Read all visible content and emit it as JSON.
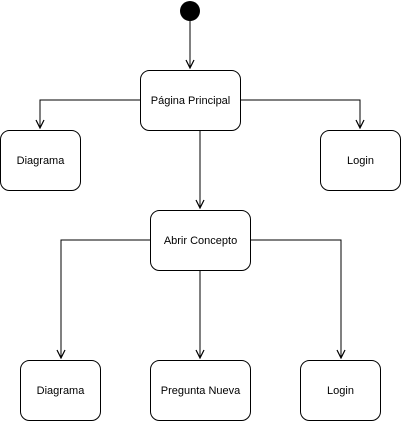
{
  "diagram": {
    "type": "flowchart",
    "start": {
      "id": "start"
    },
    "nodes": [
      {
        "id": "principal",
        "label": "Página Principal"
      },
      {
        "id": "diagrama1",
        "label": "Diagrama"
      },
      {
        "id": "login1",
        "label": "Login"
      },
      {
        "id": "concepto",
        "label": "Abrir Concepto"
      },
      {
        "id": "diagrama2",
        "label": "Diagrama"
      },
      {
        "id": "pregunta",
        "label": "Pregunta Nueva"
      },
      {
        "id": "login2",
        "label": "Login"
      }
    ],
    "edges": [
      {
        "from": "start",
        "to": "principal"
      },
      {
        "from": "principal",
        "to": "diagrama1"
      },
      {
        "from": "principal",
        "to": "login1"
      },
      {
        "from": "principal",
        "to": "concepto"
      },
      {
        "from": "concepto",
        "to": "diagrama2"
      },
      {
        "from": "concepto",
        "to": "pregunta"
      },
      {
        "from": "concepto",
        "to": "login2"
      }
    ]
  }
}
